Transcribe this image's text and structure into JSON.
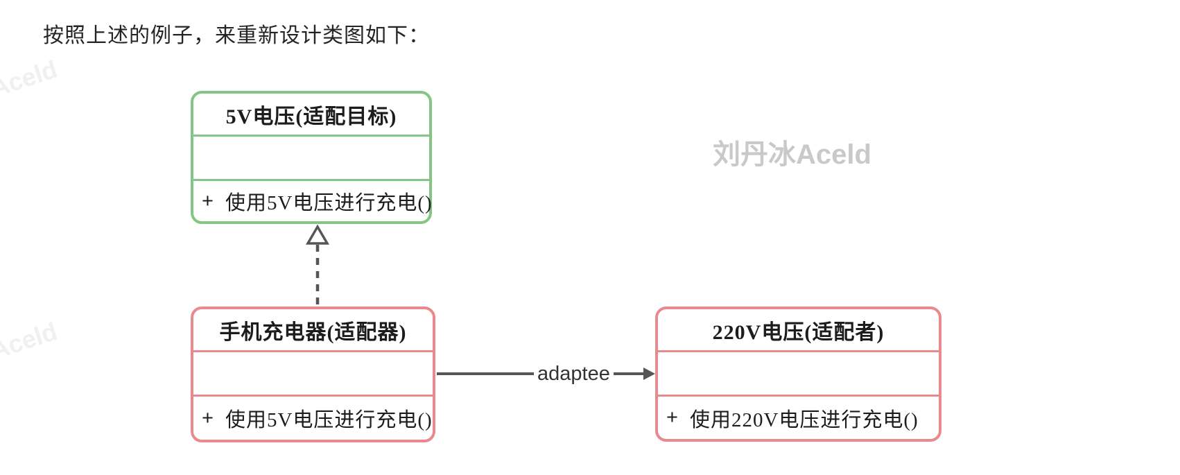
{
  "page": {
    "title": "按照上述的例子，来重新设计类图如下："
  },
  "watermarks": {
    "main": "刘丹冰Aceld",
    "corner": "Aceld"
  },
  "diagram": {
    "type": "uml-class-diagram",
    "colors": {
      "green": "#82c683",
      "red": "#e8898d",
      "line": "#555555"
    },
    "classes": [
      {
        "id": "target",
        "title": "5V电压(适配目标)",
        "attributes": "",
        "methods": [
          {
            "visibility": "+",
            "name": "使用5V电压进行充电()"
          }
        ],
        "border_color": "#82c683"
      },
      {
        "id": "adapter",
        "title": "手机充电器(适配器)",
        "attributes": "",
        "methods": [
          {
            "visibility": "+",
            "name": "使用5V电压进行充电()"
          }
        ],
        "border_color": "#e8898d"
      },
      {
        "id": "adaptee",
        "title": "220V电压(适配者)",
        "attributes": "",
        "methods": [
          {
            "visibility": "+",
            "name": "使用220V电压进行充电()"
          }
        ],
        "border_color": "#e8898d"
      }
    ],
    "relations": [
      {
        "type": "realization",
        "from": "adapter",
        "to": "target",
        "line_style": "dashed",
        "arrowhead": "hollow-triangle",
        "label": ""
      },
      {
        "type": "association",
        "from": "adapter",
        "to": "adaptee",
        "line_style": "solid",
        "arrowhead": "filled-triangle",
        "label": "adaptee"
      }
    ]
  }
}
